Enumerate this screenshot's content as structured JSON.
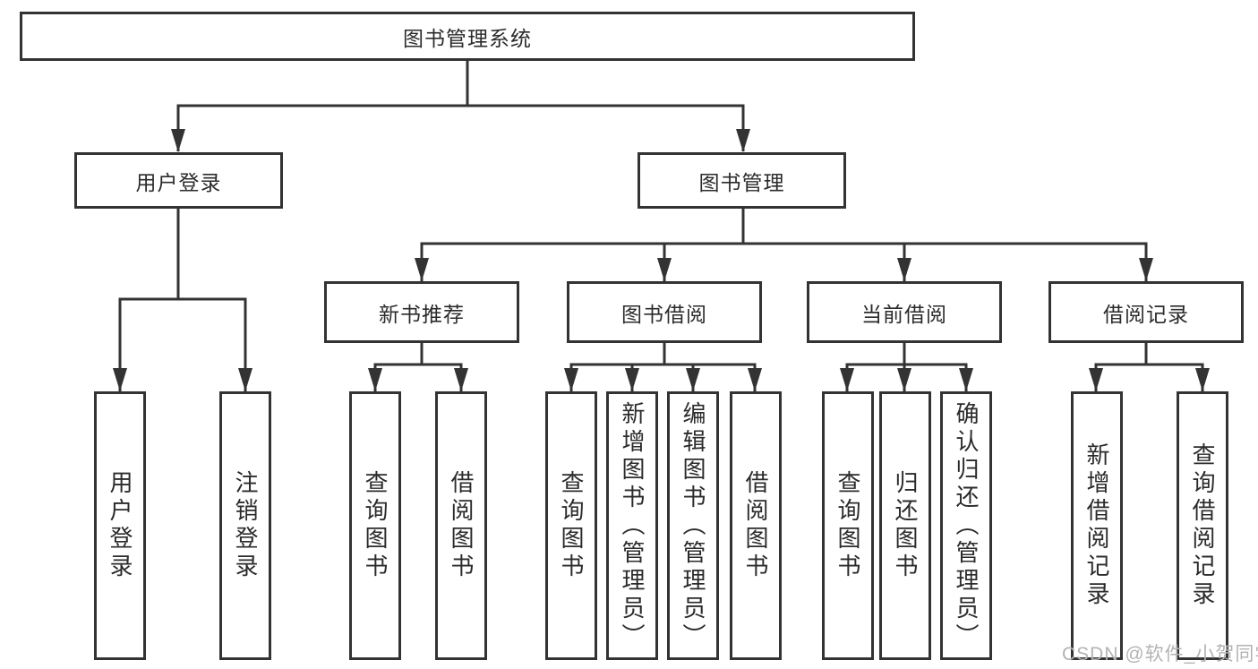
{
  "diagram": {
    "root": {
      "label": "图书管理系统"
    },
    "level2": [
      {
        "label": "用户登录"
      },
      {
        "label": "图书管理"
      }
    ],
    "level3": [
      {
        "label": "新书推荐"
      },
      {
        "label": "图书借阅"
      },
      {
        "label": "当前借阅"
      },
      {
        "label": "借阅记录"
      }
    ],
    "leaves": {
      "user_login": [
        "用户登录",
        "注销登录"
      ],
      "new_book": [
        "查询图书",
        "借阅图书"
      ],
      "book_borrow": [
        "查询图书",
        "新增图书（管理员）",
        "编辑图书（管理员）",
        "借阅图书"
      ],
      "current_borrow": [
        "查询图书",
        "归还图书",
        "确认归还（管理员）"
      ],
      "records": [
        "新增借阅记录",
        "查询借阅记录"
      ]
    },
    "watermark": "CSDN @软件_小贺同学",
    "colors": {
      "line": "#333333",
      "text": "#2b2b2b",
      "box_background": "#ffffff",
      "watermark": "#b3b3b3"
    }
  }
}
